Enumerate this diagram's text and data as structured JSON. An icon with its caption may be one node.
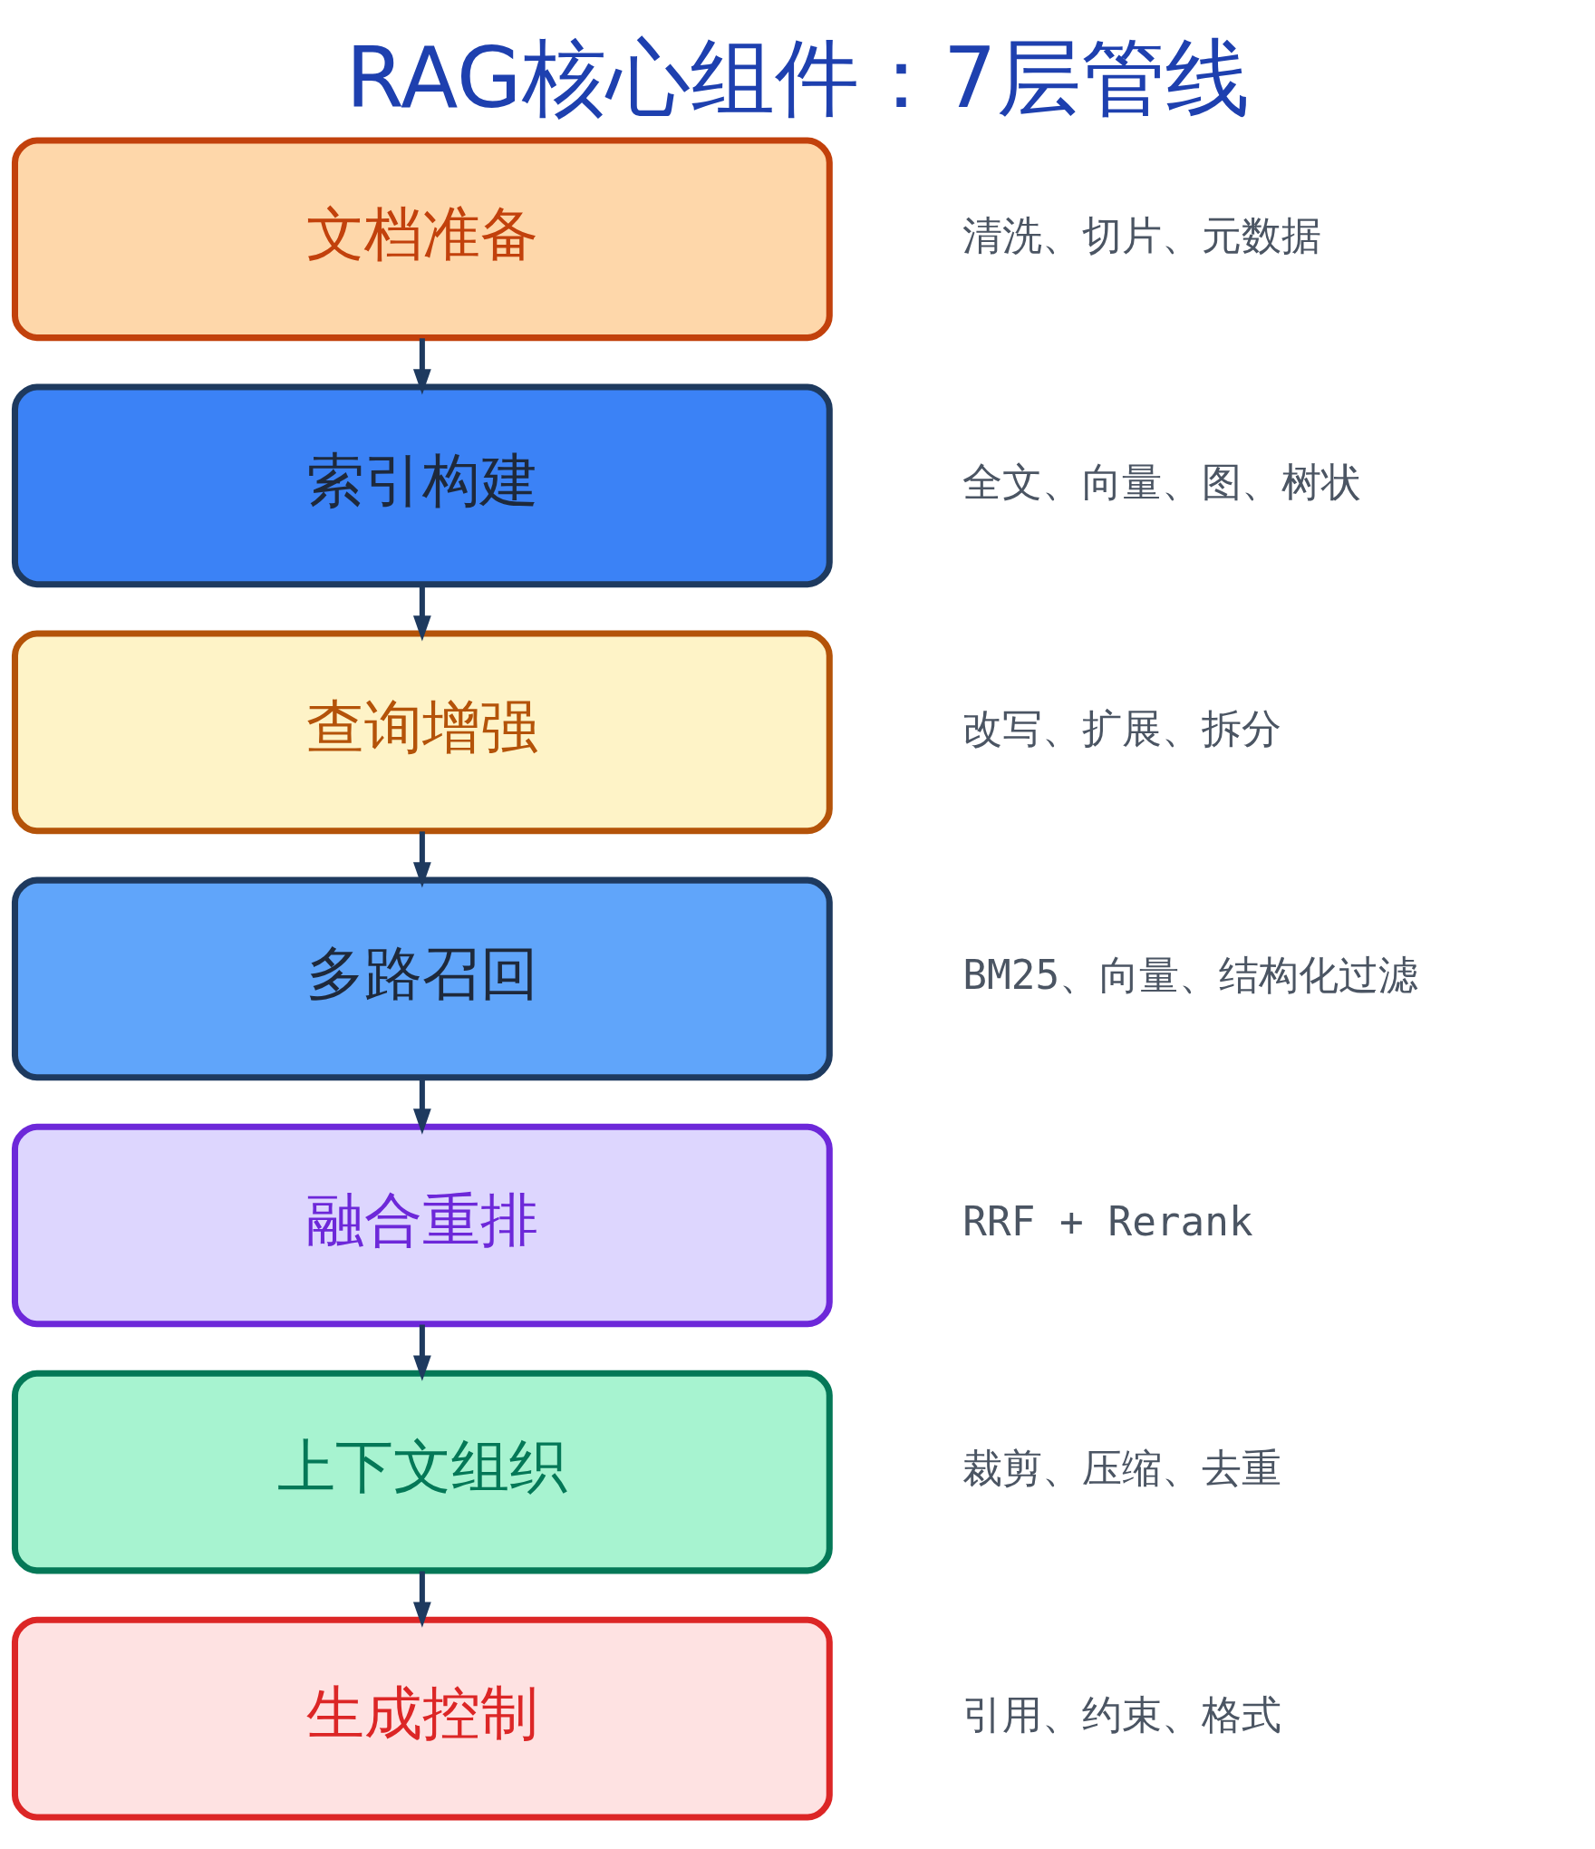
{
  "diagram": {
    "title": "RAG核心组件：7层管线",
    "nodes": [
      {
        "text": [
          "文档准备"
        ],
        "beside": [
          "清洗、切片、元数据"
        ]
      },
      {
        "text": [
          "索引构建"
        ],
        "beside": [
          "全文、向量、图、树状"
        ]
      },
      {
        "text": [
          "查询增强"
        ],
        "beside": [
          "改写、扩展、拆分"
        ]
      },
      {
        "text": [
          "多路召回"
        ],
        "beside": [
          "BM25、向量、结构化过滤"
        ]
      },
      {
        "text": [
          "融合重排"
        ],
        "beside": [
          "RRF + Rerank"
        ]
      },
      {
        "text": [
          "上下文组织"
        ],
        "beside": [
          "裁剪、压缩、去重"
        ]
      },
      {
        "text": [
          "生成控制"
        ],
        "beside": [
          "引用、约束、格式"
        ]
      }
    ],
    "edges": [
      {
        "from": 0,
        "to": 1,
        "arrow": "to"
      },
      {
        "from": 1,
        "to": 2,
        "arrow": "to"
      },
      {
        "from": 2,
        "to": 3,
        "arrow": "to"
      },
      {
        "from": 3,
        "to": 4,
        "arrow": "to"
      },
      {
        "from": 4,
        "to": 5,
        "arrow": "to"
      },
      {
        "from": 5,
        "to": 6,
        "arrow": "to"
      }
    ]
  }
}
